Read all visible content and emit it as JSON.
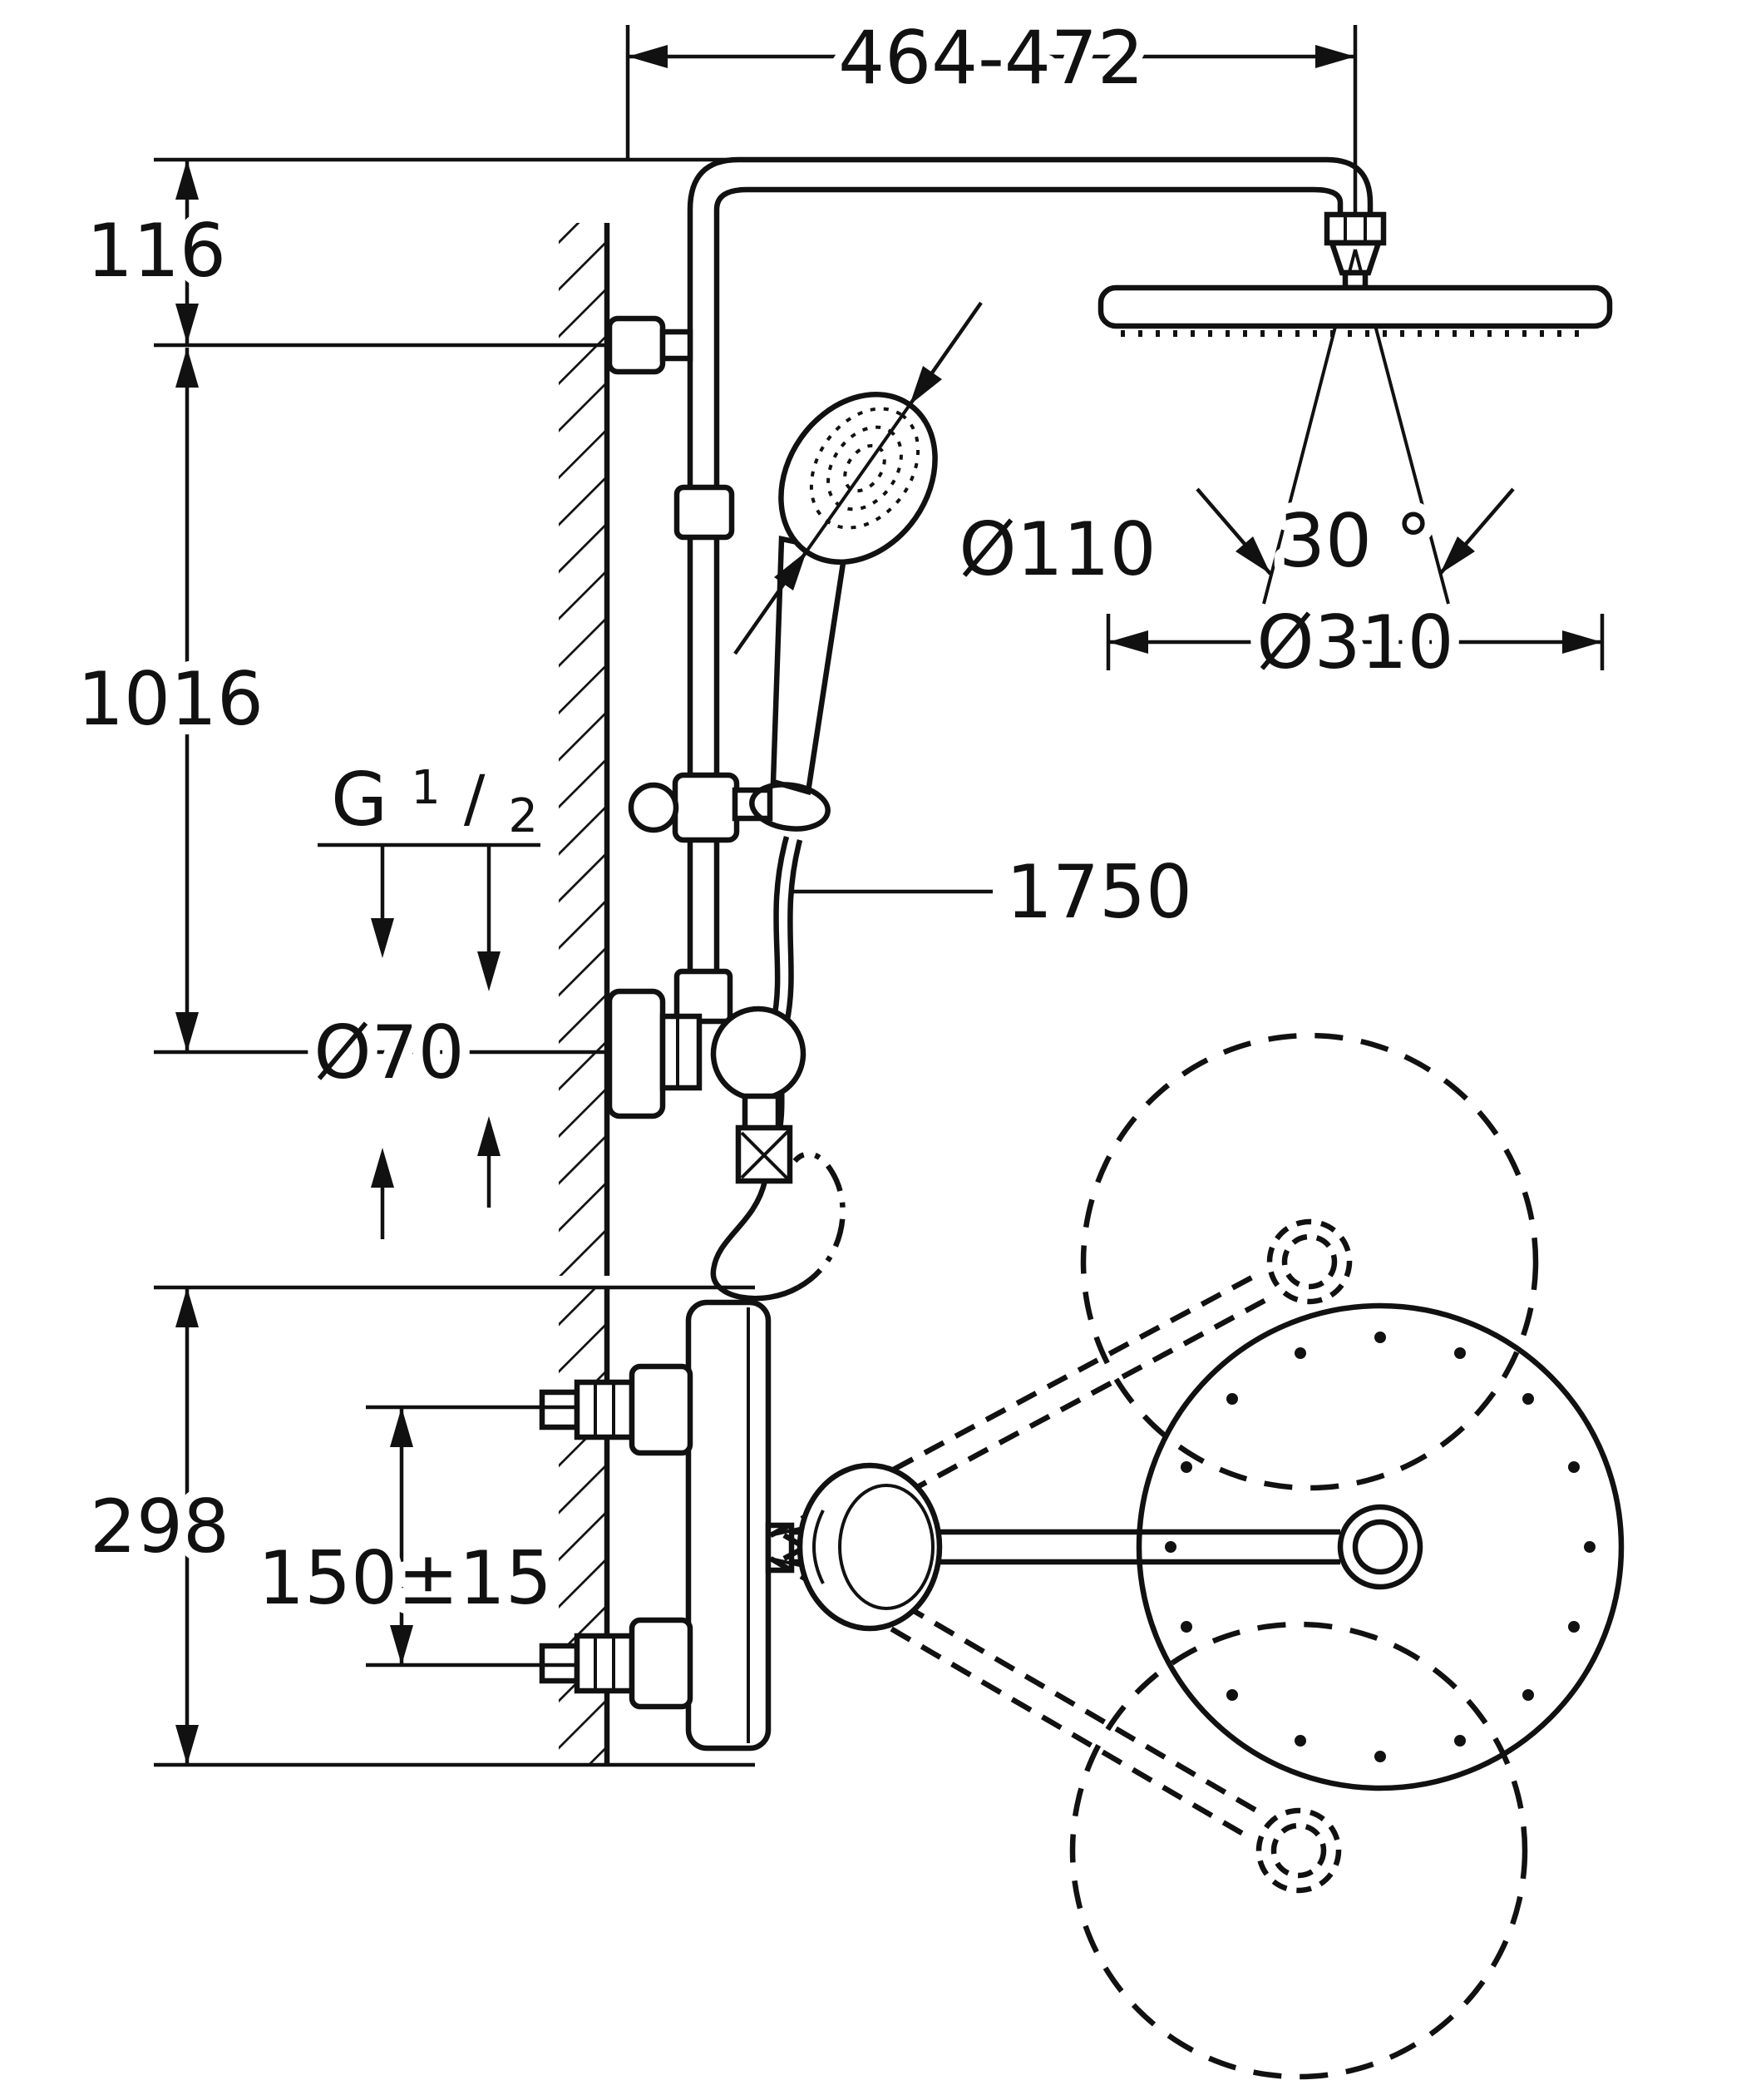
{
  "style": {
    "ink": "#111111",
    "background": "#ffffff"
  },
  "dimensions": {
    "top_width": "464-472",
    "wall_offset": "116",
    "column_height": "1016",
    "escutcheon_diameter": "Ø70",
    "hand_shower_diameter": "Ø110",
    "head_swivel_angle": "30 °",
    "head_shower_diameter": "Ø310",
    "hose_length": "1750",
    "plan_depth": "298",
    "inlet_spacing": "150±15",
    "thread": {
      "letter": "G",
      "numerator": "1",
      "slash": "/",
      "denominator": "2"
    }
  }
}
